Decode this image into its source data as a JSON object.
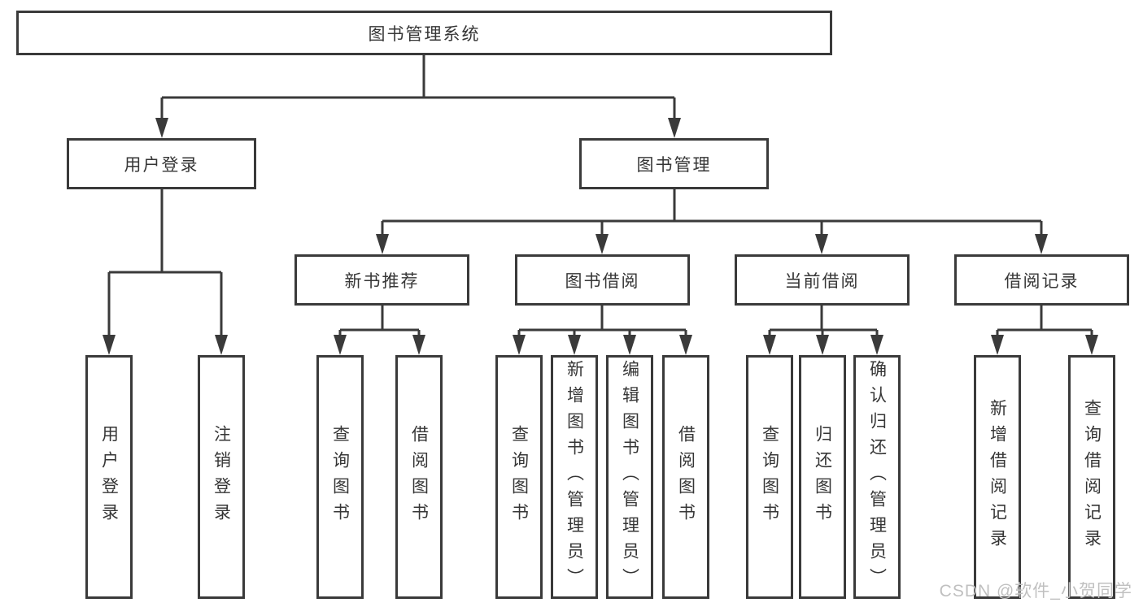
{
  "diagram": {
    "root": {
      "label": "图书管理系统"
    },
    "level2": [
      {
        "id": "user-login",
        "label": "用户登录"
      },
      {
        "id": "book-management",
        "label": "图书管理"
      }
    ],
    "level3": [
      {
        "id": "new-book-recommend",
        "label": "新书推荐"
      },
      {
        "id": "book-borrowing",
        "label": "图书借阅"
      },
      {
        "id": "current-borrowing",
        "label": "当前借阅"
      },
      {
        "id": "borrowing-records",
        "label": "借阅记录"
      }
    ],
    "leaves": [
      {
        "id": "user-login-leaf",
        "parent": "user-login",
        "label": "用户登录"
      },
      {
        "id": "logout",
        "parent": "user-login",
        "label": "注销登录"
      },
      {
        "id": "query-books-recommend",
        "parent": "new-book-recommend",
        "label": "查询图书"
      },
      {
        "id": "borrow-books-recommend",
        "parent": "new-book-recommend",
        "label": "借阅图书"
      },
      {
        "id": "query-books-borrowing",
        "parent": "book-borrowing",
        "label": "查询图书"
      },
      {
        "id": "add-books-admin",
        "parent": "book-borrowing",
        "label": "新增图书（管理员）"
      },
      {
        "id": "edit-books-admin",
        "parent": "book-borrowing",
        "label": "编辑图书（管理员）"
      },
      {
        "id": "borrow-books-borrowing",
        "parent": "book-borrowing",
        "label": "借阅图书"
      },
      {
        "id": "query-books-current",
        "parent": "current-borrowing",
        "label": "查询图书"
      },
      {
        "id": "return-books",
        "parent": "current-borrowing",
        "label": "归还图书"
      },
      {
        "id": "confirm-return-admin",
        "parent": "current-borrowing",
        "label": "确认归还（管理员）"
      },
      {
        "id": "add-borrow-record",
        "parent": "borrowing-records",
        "label": "新增借阅记录"
      },
      {
        "id": "query-borrow-record",
        "parent": "borrowing-records",
        "label": "查询借阅记录"
      }
    ]
  },
  "watermark": {
    "text": "CSDN @软件_小贺同学"
  },
  "style": {
    "line_color": "#3a3a3a",
    "text_color": "#363636",
    "background": "#ffffff",
    "watermark_color": "#c0c0c0"
  }
}
